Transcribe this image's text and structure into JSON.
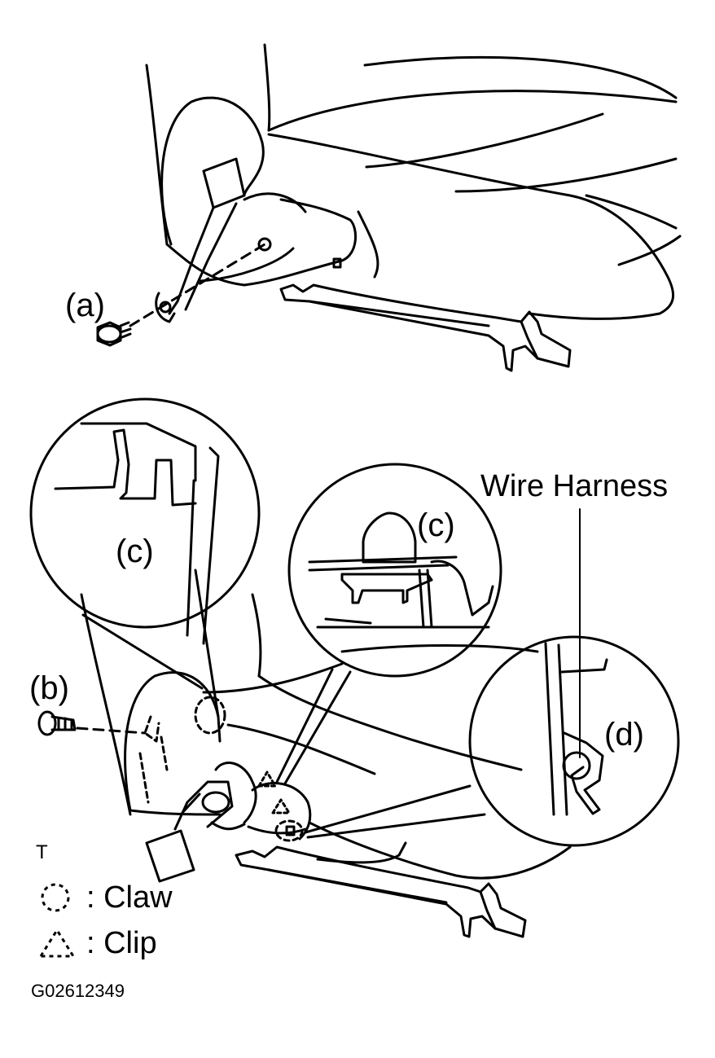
{
  "callouts": {
    "a": "(a)",
    "b": "(b)",
    "c_left": "(c)",
    "c_mid": "(c)",
    "d": "(d)"
  },
  "wire_harness": "Wire Harness",
  "legend": {
    "marker": "T",
    "claw": ": Claw",
    "clip": ": Clip"
  },
  "figure_id": "G02612349"
}
